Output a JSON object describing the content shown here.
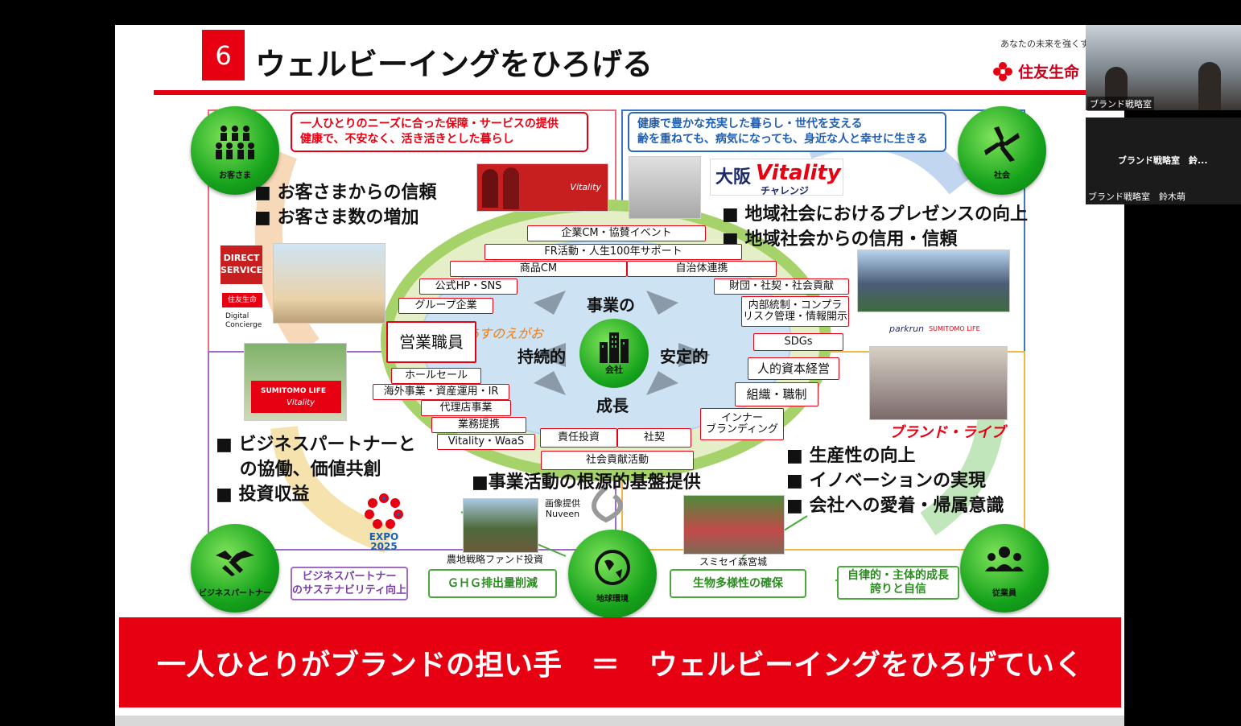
{
  "slide": {
    "number": "6",
    "title": "ウェルビーイングをひろげる",
    "tagline": "あなたの未来を強くする",
    "logo_text": "住友生命"
  },
  "stakeholders": {
    "customer": "お客さま",
    "society": "社会",
    "partner": "ビジネスパートナー",
    "environment": "地球環境",
    "employee": "従業員"
  },
  "center": {
    "company": "会社",
    "top": "事業の",
    "left": "持続的",
    "right": "安定的",
    "bottom": "成長",
    "script": "あすのえがお"
  },
  "value_boxes": {
    "customer": [
      "一人ひとりのニーズに合った保障・サービスの提供",
      "健康で、不安なく、活き活きとした暮らし"
    ],
    "society": [
      "健康で豊かな充実した暮らし・世代を支える",
      "齢を重ねても、病気になっても、身近な人と幸せに生きる"
    ],
    "partner": [
      "ビジネスパートナー",
      "のサステナビリティ向上"
    ],
    "ghg": "ＧＨＧ排出量削減",
    "biodiversity": "生物多様性の確保",
    "employee": [
      "自律的・主体的成長",
      "誇りと自信"
    ]
  },
  "bullets": {
    "customer": [
      "■ お客さまからの信頼",
      "■ お客さま数の増加"
    ],
    "society": [
      "■ 地域社会におけるプレゼンスの向上",
      "■ 地域社会からの信用・信頼"
    ],
    "partner": [
      "■ ビジネスパートナーと",
      "　 の協働、価値共創",
      "■ 投資収益"
    ],
    "employee": [
      "■ 生産性の向上",
      "■ イノベーションの実現",
      "■ 会社への愛着・帰属意識"
    ],
    "base": "■事業活動の根源的基盤提供"
  },
  "tags": {
    "cm_event": "企業CM・協賛イベント",
    "fr": "FR活動・人生100年サポート",
    "product_cm": "商品CM",
    "local_gov": "自治体連携",
    "official_hp": "公式HP・SNS",
    "foundation": "財団・社契・社会貢献",
    "group": "グループ企業",
    "internal": [
      "内部統制・コンプラ",
      "リスク管理・情報開示"
    ],
    "sales": "営業職員",
    "sdgs": "SDGs",
    "human_capital": "人的資本経営",
    "wholesale": "ホールセール",
    "overseas": "海外事業・資産運用・IR",
    "agency": "代理店事業",
    "org": "組織・職制",
    "alliance": "業務提携",
    "inner": [
      "インナー",
      "ブランディング"
    ],
    "vitality_waas": "Vitality・WaaS",
    "responsible_inv": "責任投資",
    "social_contract": "社契",
    "social_contrib": "社会貢献活動"
  },
  "captions": {
    "image_credit": [
      "画像提供",
      "Nuveen"
    ],
    "farmland": "農地戦略ファンド投資",
    "forest": "スミセイ森宮城",
    "direct_service": [
      "DIRECT",
      "SERVICE"
    ],
    "sumisei_small": "住友生命",
    "digital_concierge": [
      "Digital",
      "Concierge"
    ],
    "osaka": "大阪",
    "vitality": "Vitality",
    "challenge": "チャレンジ",
    "sumitomo_life": "SUMITOMO LIFE",
    "vitality_script": "Vitality",
    "parkrun": "parkrun",
    "brand_live": "ブランド・ライブ",
    "expo": [
      "EXPO",
      "2025"
    ]
  },
  "banner": "一人ひとりがブランドの担い手　＝　ウェルビーイングをひろげていく",
  "participants": [
    {
      "name": "ブランド戦略室"
    },
    {
      "name": "ブランド戦略室　鈴...",
      "label": "ブランド戦略室　鈴木萌"
    }
  ],
  "colors": {
    "accent_red": "#e60012",
    "accent_blue": "#2a6bb8",
    "accent_green": "#49a93a",
    "circle_green": "#16a31c"
  }
}
